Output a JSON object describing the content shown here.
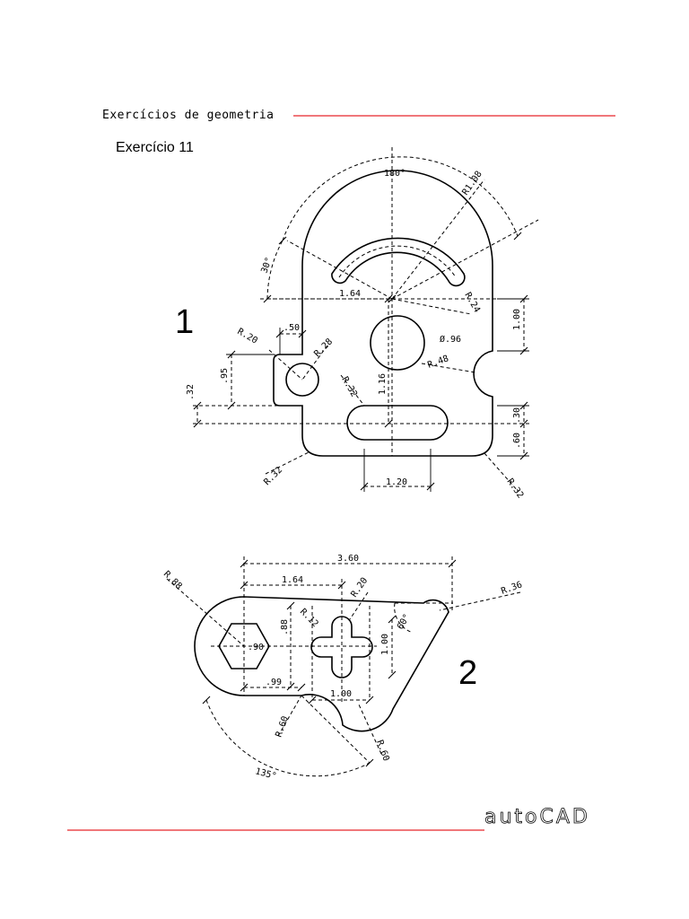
{
  "header": {
    "subject": "Exercícios de geometria",
    "exercise_title": "Exercício 11",
    "accent_color": "#e8262a"
  },
  "footer": {
    "brand": "autoCAD"
  },
  "figure1": {
    "number": "1",
    "dims": {
      "angle_top": "180°",
      "r108": "R1.08",
      "angle_30": "30°",
      "d164": "1.64",
      "r24": "R.24",
      "d100": "1.00",
      "d50": ".50",
      "r20": "R.20",
      "r28": "R.28",
      "dia96": "Ø.96",
      "r48": "R.48",
      "d95": ".95",
      "r32a": "R.32",
      "d116": "1.16",
      "d32": ".32",
      "d30": ".30",
      "d60": ".60",
      "r32b": "R.32",
      "r32c": "R.32",
      "d120": "1.20"
    }
  },
  "figure2": {
    "number": "2",
    "dims": {
      "d360": "3.60",
      "d164": "1.64",
      "r88": "R.88",
      "r20": "R.20",
      "r36": "R.36",
      "r12": "R.12",
      "d88": ".88",
      "d90": ".90",
      "d100": "1.00",
      "a60": "60°",
      "d99": ".99",
      "d100b": "1.00",
      "r60a": "R.60",
      "r60b": "R.60",
      "a135": "135°"
    }
  }
}
